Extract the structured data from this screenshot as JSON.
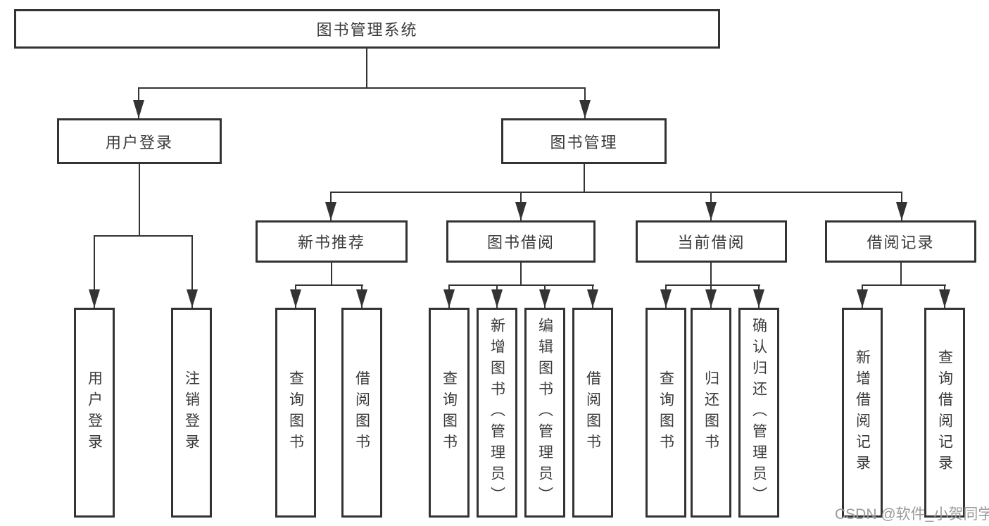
{
  "diagram": {
    "root": {
      "label": "图书管理系统"
    },
    "level2": [
      {
        "label": "用户登录"
      },
      {
        "label": "图书管理"
      }
    ],
    "level3": [
      {
        "label": "新书推荐"
      },
      {
        "label": "图书借阅"
      },
      {
        "label": "当前借阅"
      },
      {
        "label": "借阅记录"
      }
    ],
    "leaves": [
      {
        "group": "用户登录",
        "items": [
          "用户登录",
          "注销登录"
        ]
      },
      {
        "group": "新书推荐",
        "items": [
          "查询图书",
          "借阅图书"
        ]
      },
      {
        "group": "图书借阅",
        "items": [
          "查询图书",
          "新增图书（管理员）",
          "编辑图书（管理员）",
          "借阅图书"
        ]
      },
      {
        "group": "当前借阅",
        "items": [
          "查询图书",
          "归还图书",
          "确认归还（管理员）"
        ]
      },
      {
        "group": "借阅记录",
        "items": [
          "新增借阅记录",
          "查询借阅记录"
        ]
      }
    ]
  },
  "watermark": {
    "text": "CSDN @软件_小贺同学",
    "color": "#9b9b9b"
  },
  "colors": {
    "line": "#333333",
    "text": "#3b3b3b",
    "background": "#ffffff"
  }
}
